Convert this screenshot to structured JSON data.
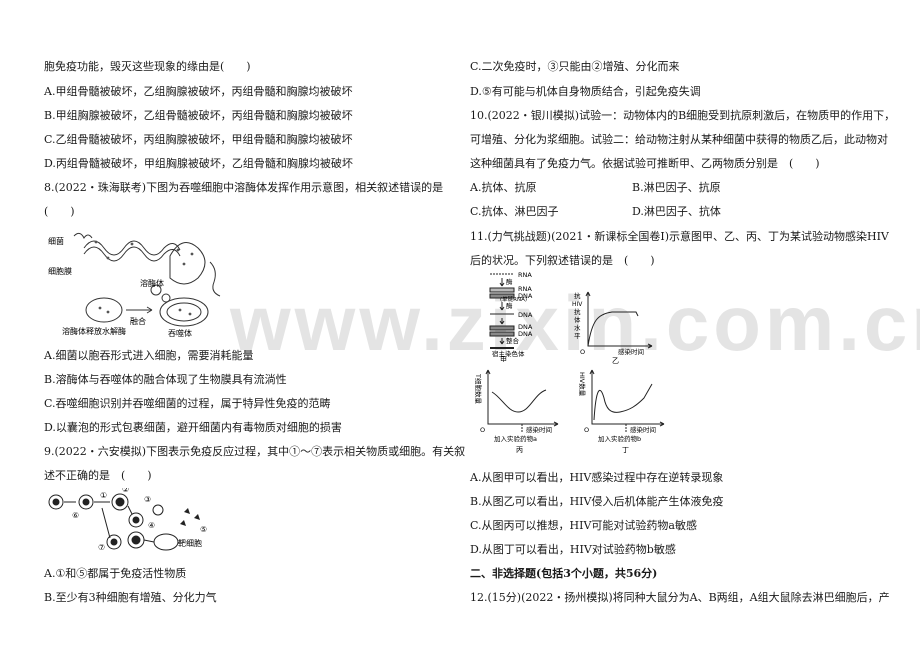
{
  "watermark": "www.zixin.com.cn",
  "left": {
    "l1": "胞免疫功能，毁灭这些现象的缘由是(　　)",
    "q7a": "A.甲组骨髓被破坏，乙组胸腺被破坏，丙组骨髓和胸腺均被破坏",
    "q7b": "B.甲组胸腺被破坏，乙组骨髓被破坏，丙组骨髓和胸腺均被破坏",
    "q7c": "C.乙组骨髓被破坏，丙组胸腺被破坏，甲组骨髓和胸腺均被破坏",
    "q7d": "D.丙组骨髓被破坏，甲组胸腺被破坏，乙组骨髓和胸腺均被破坏",
    "q8": "8.(2022・珠海联考)下图为吞噬细胞中溶酶体发挥作用示意图，相关叙述错误的是",
    "q8b": "(　　)",
    "fig8": {
      "bacteria": "细菌",
      "membrane": "细胞膜",
      "lysosome": "溶酶体",
      "fusion": "融合",
      "phagosome": "吞噬体",
      "release": "溶酶体释放水解酶"
    },
    "q8a": "A.细菌以胞吞形式进入细胞，需要消耗能量",
    "q8bb": "B.溶酶体与吞噬体的融合体现了生物膜具有流淌性",
    "q8c": "C.吞噬细胞识别并吞噬细菌的过程，属于特异性免疫的范畴",
    "q8d": "D.以囊泡的形式包裹细菌，避开细菌内有毒物质对细胞的损害",
    "q9": "9.(2022・六安模拟)下图表示免疫反应过程，其中①～⑦表示相关物质或细胞。有关叙",
    "q9b": "述不正确的是　(　　)",
    "fig9": {
      "n1": "①",
      "n2": "②",
      "n3": "③",
      "n4": "④",
      "n5": "⑤",
      "n6": "⑥",
      "n7": "⑦",
      "target": "靶细胞"
    },
    "q9a": "A.①和⑤都属于免疫活性物质",
    "q9bb": "B.至少有3种细胞有增殖、分化力气"
  },
  "right": {
    "q9c": "C.二次免疫时，③只能由②增殖、分化而来",
    "q9d": "D.⑤有可能与机体自身物质结合，引起免疫失调",
    "q10": "10.(2022・银川模拟)试验一：动物体内的B细胞受到抗原刺激后，在物质甲的作用下，",
    "q10b": "可增殖、分化为浆细胞。试验二：给动物注射从某种细菌中获得的物质乙后，此动物对",
    "q10c": "这种细菌具有了免疫力气。依据试验可推断甲、乙两物质分别是　(　　)",
    "q10A": "A.抗体、抗原",
    "q10B": "B.淋巴因子、抗原",
    "q10C": "C.抗体、淋巴因子",
    "q10D": "D.淋巴因子、抗体",
    "q11": "11.(力气挑战题)(2021・新课标全国卷Ⅰ)示意图甲、乙、丙、丁为某试验动物感染HIV",
    "q11b": "后的状况。下列叙述错误的是　(　　)",
    "fig11": {
      "jia": {
        "rna": "RNA",
        "enzyme": "酶",
        "rnadna": "RNA",
        "dna": "DNA",
        "hybrid": "(单链RNA)",
        "enzyme2": "酶",
        "dna2": "DNA",
        "dnadna1": "DNA",
        "dnadna2": "DNA",
        "integrate": "整合",
        "host": "宿主染色体",
        "label": "甲"
      },
      "yi": {
        "ylabel1": "抗",
        "ylabel2": "HIV",
        "ylabel3": "抗",
        "ylabel4": "体",
        "ylabel5": "水",
        "ylabel6": "平",
        "origin": "O",
        "xlabel": "感染时间",
        "label": "乙"
      },
      "bing": {
        "ylabel": "T细胞数量",
        "origin": "O",
        "xlabel": "感染时间",
        "drug": "加入实验药物a",
        "label": "丙"
      },
      "ding": {
        "ylabel": "HIV数量",
        "origin": "O",
        "xlabel": "感染时间",
        "drug": "加入实验药物b",
        "label": "丁"
      }
    },
    "q11A": "A.从图甲可以看出，HIV感染过程中存在逆转录现象",
    "q11B": "B.从图乙可以看出，HIV侵入后机体能产生体液免疫",
    "q11C": "C.从图丙可以推想，HIV可能对试验药物a敏感",
    "q11D": "D.从图丁可以看出，HIV对试验药物b敏感",
    "sec2": "二、非选择题(包括3个小题，共56分)",
    "q12": "12.(15分)(2022・扬州模拟)将同种大鼠分为A、B两组，A组大鼠除去淋巴细胞后，产"
  }
}
